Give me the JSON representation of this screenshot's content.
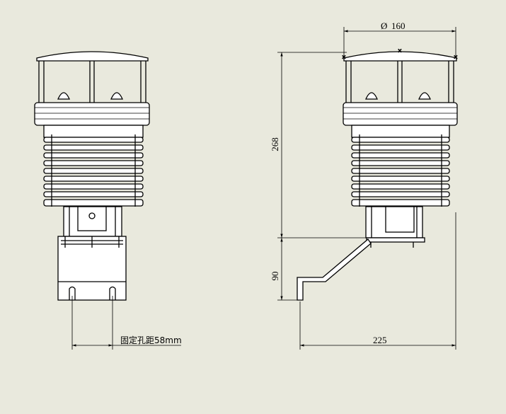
{
  "drawing": {
    "background_color": "#e9e9dd",
    "line_color": "#000000",
    "dimensions": {
      "diameter": "160",
      "diameter_symbol": "Ø",
      "height_body": "268",
      "height_bracket": "90",
      "width_total": "225",
      "hole_spacing": "固定孔距58mm"
    }
  }
}
